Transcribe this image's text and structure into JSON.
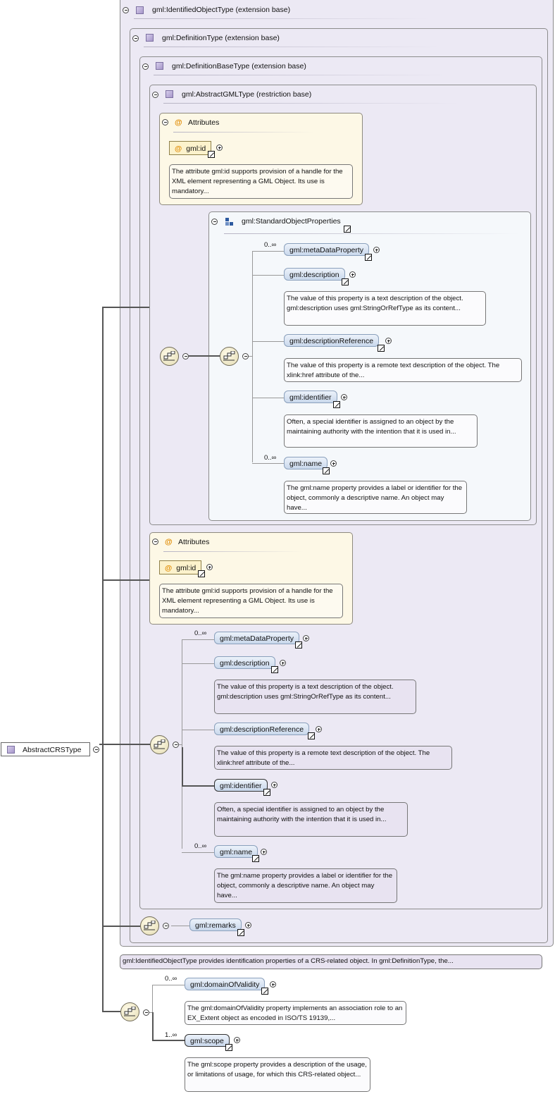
{
  "root": {
    "label": "AbstractCRSType"
  },
  "ext_identified": {
    "label": "gml:IdentifiedObjectType (extension base)"
  },
  "ext_definition": {
    "label": "gml:DefinitionType (extension base)"
  },
  "ext_definition_base": {
    "label": "gml:DefinitionBaseType (extension base)"
  },
  "restr_abstract_gml": {
    "label": "gml:AbstractGMLType (restriction base)"
  },
  "attributes_inner": {
    "title": "Attributes",
    "attr_name": "gml:id",
    "doc": "The attribute gml:id supports provision of a handle for the XML element representing a GML Object. Its use is mandatory..."
  },
  "standard_props": {
    "title": "gml:StandardObjectProperties",
    "elements": [
      {
        "name": "gml:metaDataProperty",
        "mult": "0..∞",
        "doc": ""
      },
      {
        "name": "gml:description",
        "mult": "",
        "doc": "The value of this property is a text description of the object. gml:description uses gml:StringOrRefType as its content..."
      },
      {
        "name": "gml:descriptionReference",
        "mult": "",
        "doc": "The value of this property is a remote text description of the object. The xlink:href attribute of the..."
      },
      {
        "name": "gml:identifier",
        "mult": "",
        "doc": "Often, a special identifier is assigned to an object by the maintaining authority with the intention that it is used in..."
      },
      {
        "name": "gml:name",
        "mult": "0..∞",
        "doc": "The gml:name property provides a label or identifier for the object, commonly a descriptive name. An object may have..."
      }
    ]
  },
  "attributes_outer": {
    "title": "Attributes",
    "attr_name": "gml:id",
    "doc": "The attribute gml:id supports provision of a handle for the XML element representing a GML Object. Its use is mandatory..."
  },
  "definition_seq": {
    "elements": [
      {
        "name": "gml:metaDataProperty",
        "mult": "0..∞",
        "doc": ""
      },
      {
        "name": "gml:description",
        "mult": "",
        "doc": "The value of this property is a text description of the object. gml:description uses gml:StringOrRefType as its content..."
      },
      {
        "name": "gml:descriptionReference",
        "mult": "",
        "doc": "The value of this property is a remote text description of the object. The xlink:href attribute of the..."
      },
      {
        "name": "gml:identifier",
        "mult": "",
        "doc": "Often, a special identifier is assigned to an object by the maintaining authority with the intention that it is used in..."
      },
      {
        "name": "gml:name",
        "mult": "0..∞",
        "doc": "The gml:name property provides a label or identifier for the object, commonly a descriptive name. An object may have..."
      }
    ]
  },
  "remarks": {
    "name": "gml:remarks"
  },
  "identified_doc": "gml:IdentifiedObjectType provides identification properties of a CRS-related object. In gml:DefinitionType, the...",
  "crs_seq": {
    "elements": [
      {
        "name": "gml:domainOfValidity",
        "mult": "0..∞",
        "doc": "The gml:domainOfValidity property implements an association role to an EX_Extent object as encoded in ISO/TS 19139,..."
      },
      {
        "name": "gml:scope",
        "mult": "1..∞",
        "doc": "The gml:scope property provides a description of the usage, or limitations of usage, for which this CRS-related object..."
      }
    ]
  },
  "colors": {
    "extension_bg": "#ece9f4",
    "element_fill": "#c9d8ec",
    "attribute_bg": "#fdf8e6",
    "attribute_icon": "#e08a00"
  }
}
